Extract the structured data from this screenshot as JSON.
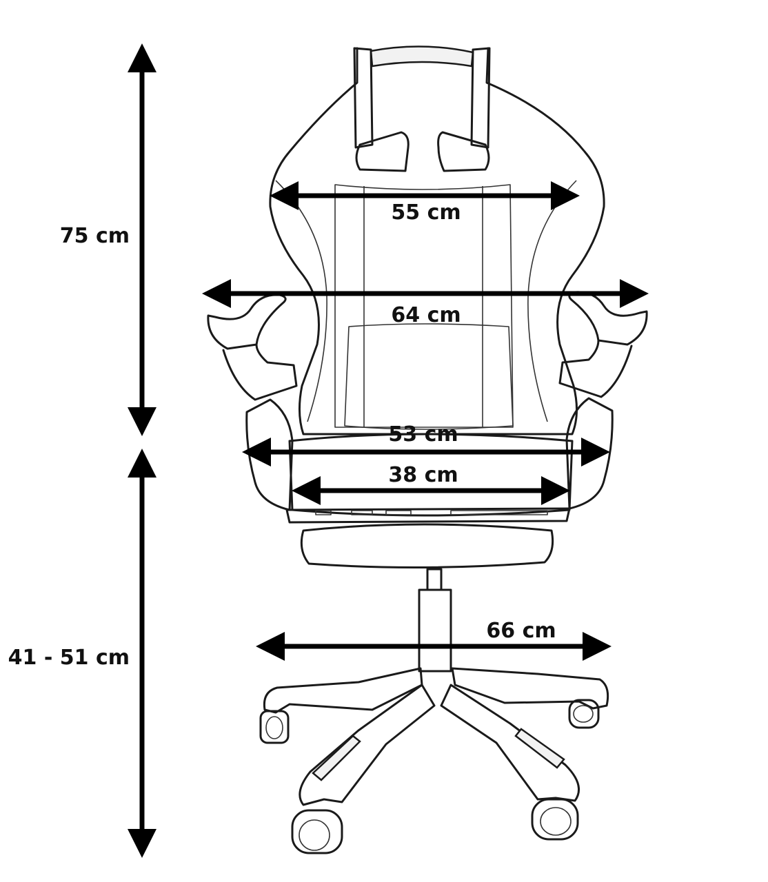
{
  "dimensions": {
    "height_back": "75 cm",
    "height_seat": "41 - 51 cm",
    "backrest_width": "55 cm",
    "armrest_width": "64 cm",
    "seat_width": "53 cm",
    "seat_depth": "38 cm",
    "base_width": "66 cm"
  },
  "colors": {
    "line": "#000000",
    "background": "#ffffff"
  }
}
